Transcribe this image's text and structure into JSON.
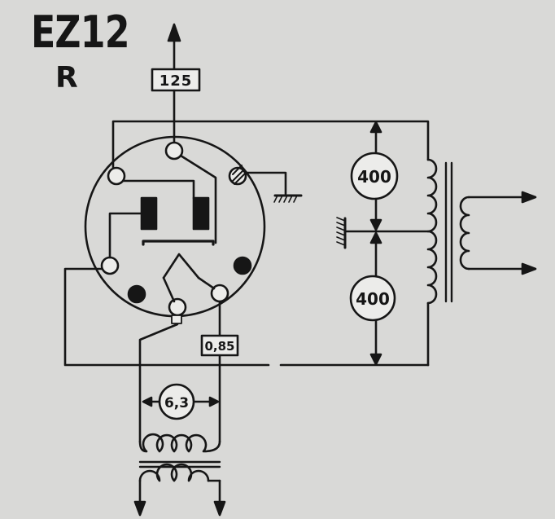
{
  "title": "EZ12",
  "subtitle": "R",
  "labels": {
    "anode_supply": "125",
    "secondary_upper": "400",
    "secondary_lower": "400",
    "heater_current": "0,85",
    "heater_voltage": "6,3"
  },
  "colors": {
    "background": "#d9d9d7",
    "ink": "#161616"
  }
}
